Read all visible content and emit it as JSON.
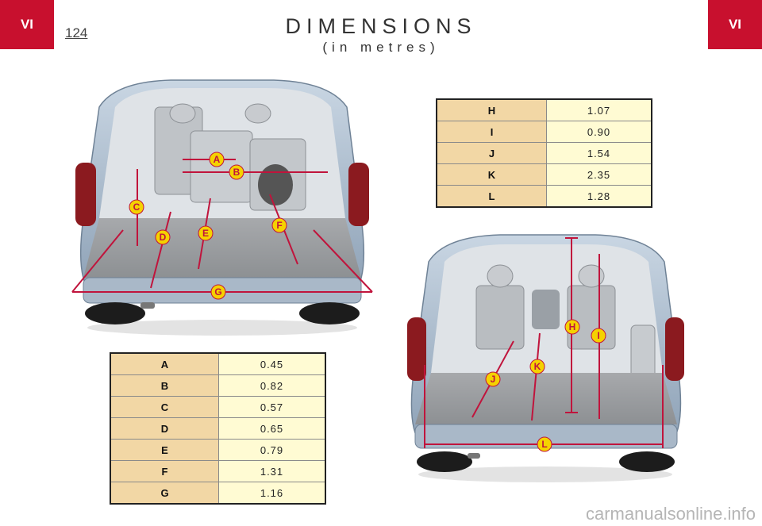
{
  "header": {
    "chapter_left": "VI",
    "chapter_right": "VI",
    "page_number": "124",
    "title": "DIMENSIONS",
    "subtitle": "(in metres)"
  },
  "table_left": {
    "rows": [
      {
        "key": "A",
        "value": "0.45"
      },
      {
        "key": "B",
        "value": "0.82"
      },
      {
        "key": "C",
        "value": "0.57"
      },
      {
        "key": "D",
        "value": "0.65"
      },
      {
        "key": "E",
        "value": "0.79"
      },
      {
        "key": "F",
        "value": "1.31"
      },
      {
        "key": "G",
        "value": "1.16"
      }
    ]
  },
  "table_right": {
    "rows": [
      {
        "key": "H",
        "value": "1.07"
      },
      {
        "key": "I",
        "value": "0.90"
      },
      {
        "key": "J",
        "value": "1.54"
      },
      {
        "key": "K",
        "value": "2.35"
      },
      {
        "key": "L",
        "value": "1.28"
      }
    ]
  },
  "figure_left": {
    "markers": [
      "A",
      "B",
      "C",
      "D",
      "E",
      "F",
      "G"
    ]
  },
  "figure_right": {
    "markers": [
      "H",
      "I",
      "J",
      "K",
      "L"
    ]
  },
  "footer": {
    "watermark": "carmanualsonline.info"
  },
  "colors": {
    "tab": "#c8102e",
    "key_cell": "#f2d7a5",
    "value_cell": "#fffbd3",
    "marker": "#f5d200",
    "dimension_line": "#c0143c"
  }
}
